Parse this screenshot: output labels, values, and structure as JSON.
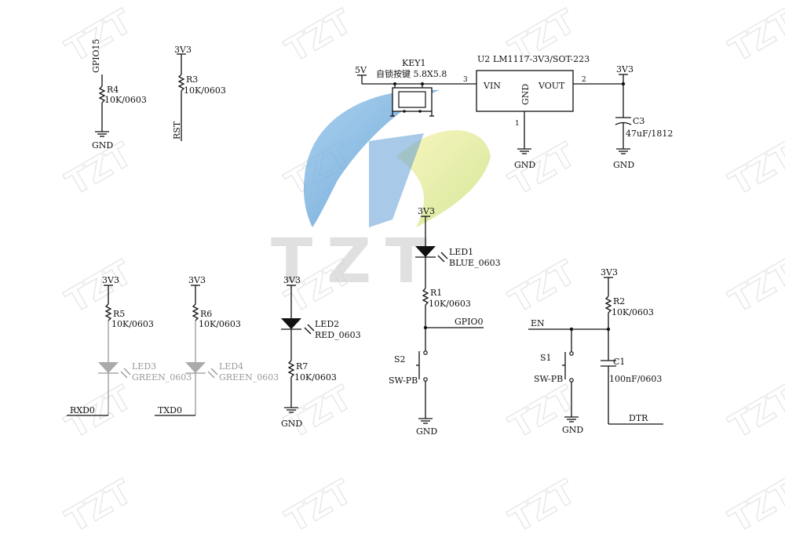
{
  "watermark": {
    "text": "TZT",
    "logo_text": "TZT"
  },
  "rails": {
    "v33": "3V3",
    "v5": "5V",
    "gnd": "GND"
  },
  "top_left": {
    "r4": {
      "ref": "R4",
      "value": "10K/0603",
      "net": "GPIO15"
    },
    "r3": {
      "ref": "R3",
      "value": "10K/0603",
      "net": "RST"
    }
  },
  "regulator": {
    "key1_ref": "KEY1",
    "key1_value": "自锁按键 5.8X5.8",
    "u2_ref": "U2",
    "u2_part": "LM1117-3V3/SOT-223",
    "vin": "VIN",
    "vout": "VOUT",
    "gnd_pin": "GND",
    "pin3": "3",
    "pin2": "2",
    "pin1": "1",
    "c3_ref": "C3",
    "c3_value": "47uF/1812"
  },
  "leds": {
    "led1_ref": "LED1",
    "led1_value": "BLUE_0603",
    "led2_ref": "LED2",
    "led2_value": "RED_0603",
    "led3_ref": "LED3",
    "led3_value": "GREEN_0603",
    "led4_ref": "LED4",
    "led4_value": "GREEN_0603"
  },
  "resistors": {
    "r1_ref": "R1",
    "r1_value": "10K/0603",
    "r2_ref": "R2",
    "r2_value": "10K/0603",
    "r5_ref": "R5",
    "r5_value": "10K/0603",
    "r6_ref": "R6",
    "r6_value": "10K/0603",
    "r7_ref": "R7",
    "r7_value": "10K/0603"
  },
  "switches": {
    "s1_ref": "S1",
    "s1_value": "SW-PB",
    "s2_ref": "S2",
    "s2_value": "SW-PB"
  },
  "c1": {
    "ref": "C1",
    "value": "100nF/0603"
  },
  "nets": {
    "gpio0": "GPIO0",
    "en": "EN",
    "dtr": "DTR",
    "rxd0": "RXD0",
    "txd0": "TXD0"
  }
}
